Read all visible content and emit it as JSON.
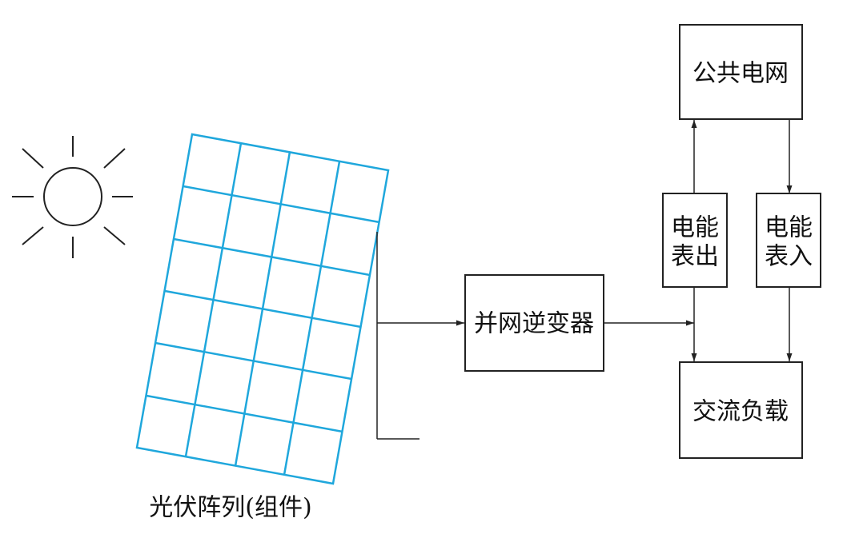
{
  "colors": {
    "line": "#222222",
    "panel": "#1fa7dc",
    "background": "#ffffff"
  },
  "sun": {
    "icon": "sun-icon"
  },
  "pv_array": {
    "label": "光伏阵列(组件)"
  },
  "inverter": {
    "label": "并网逆变器"
  },
  "grid": {
    "label": "公共电网"
  },
  "meter_out": {
    "line1": "电能",
    "line2": "表出"
  },
  "meter_in": {
    "line1": "电能",
    "line2": "表入"
  },
  "ac_load": {
    "label": "交流负载"
  }
}
